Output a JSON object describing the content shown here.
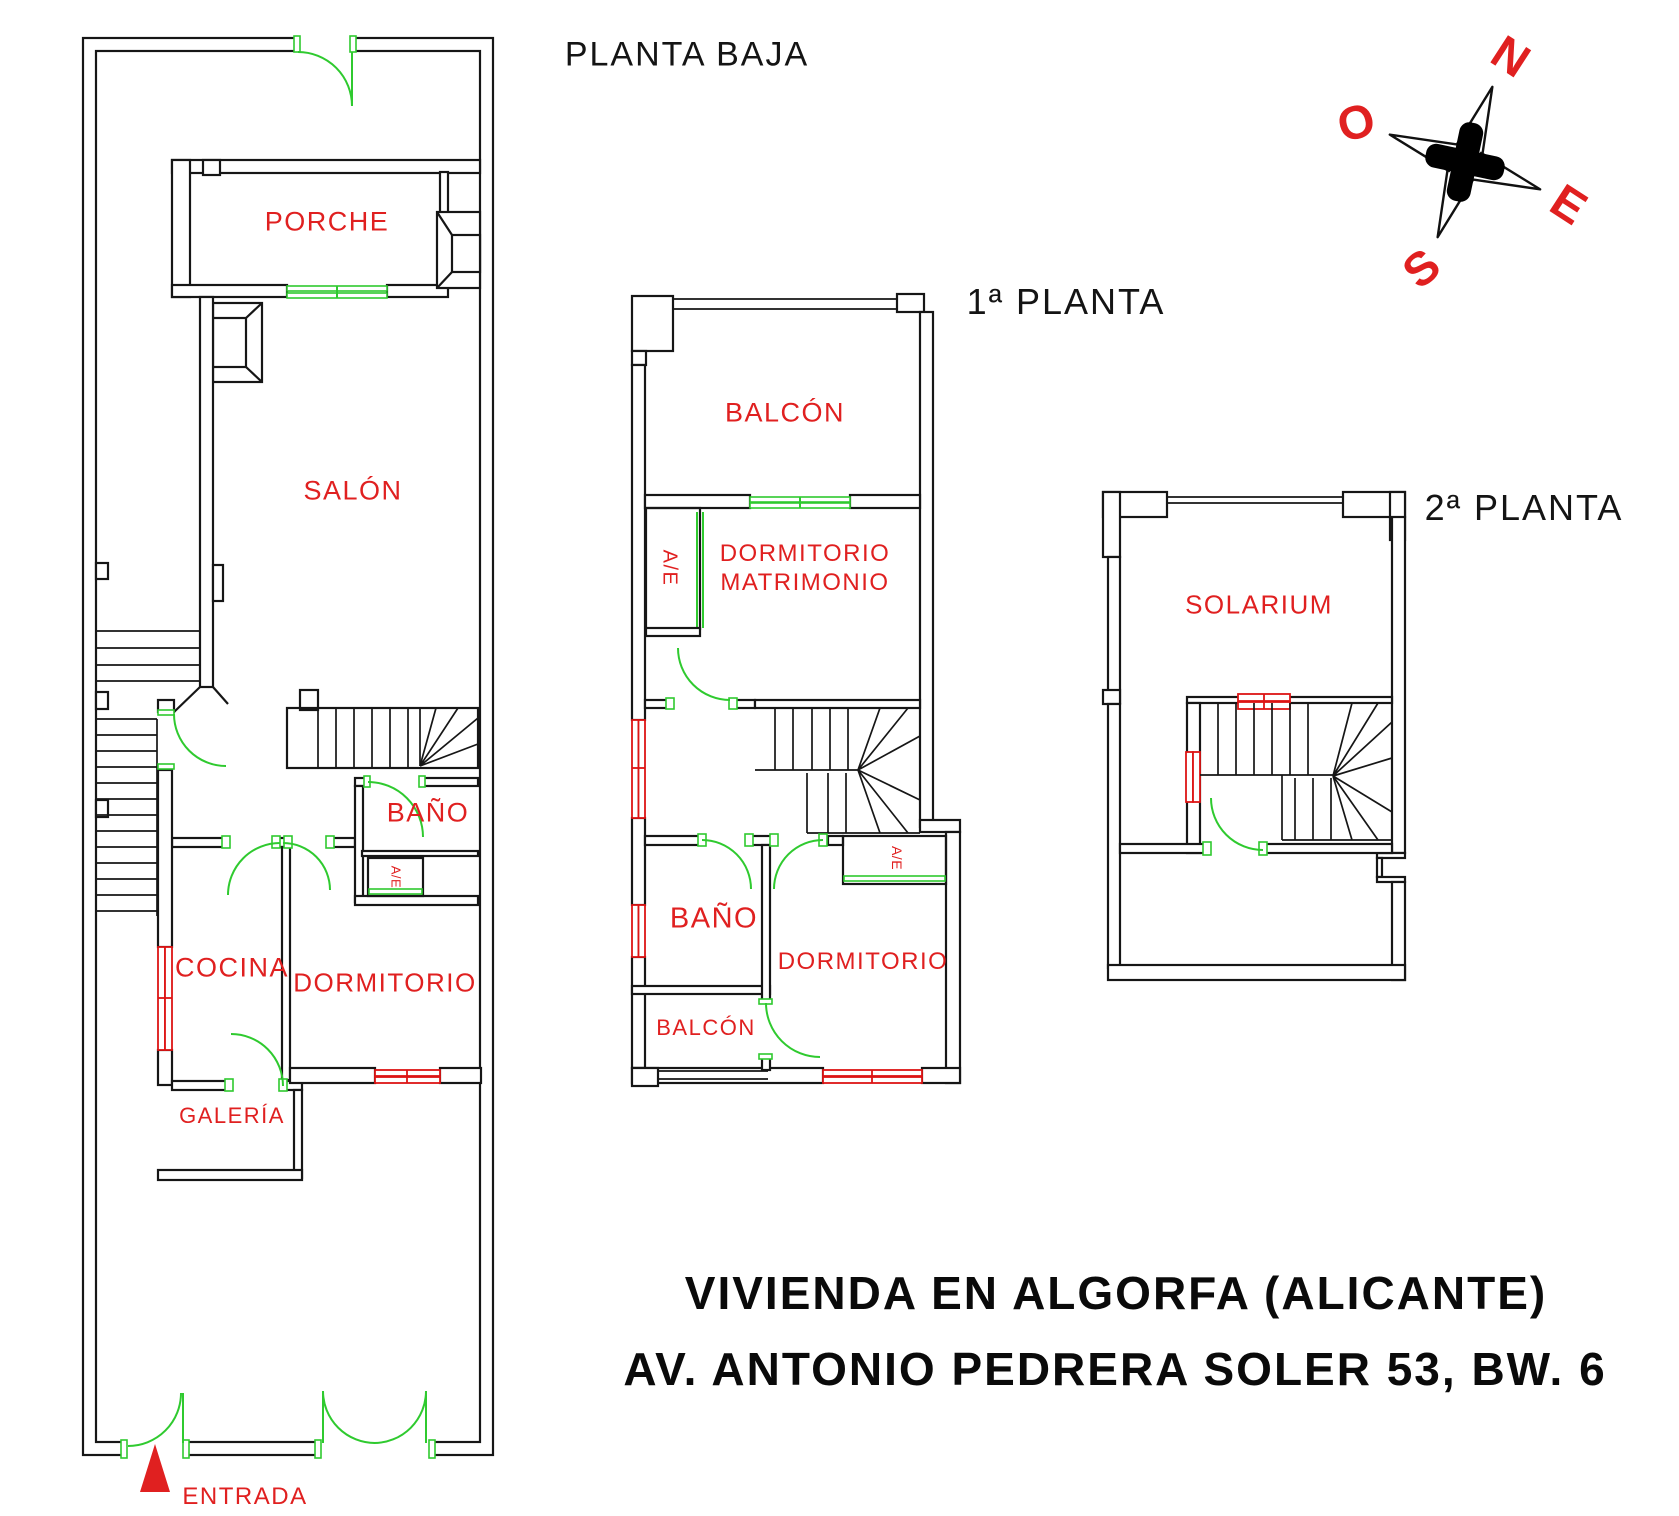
{
  "floors": {
    "planta_baja": {
      "title": "PLANTA BAJA",
      "rooms": {
        "porche": "PORCHE",
        "salon": "SALÓN",
        "bano": "BAÑO",
        "ae": "A/E",
        "cocina": "COCINA",
        "dormitorio": "DORMITORIO",
        "galeria": "GALERÍA",
        "entrada": "ENTRADA"
      }
    },
    "primera_planta": {
      "title": "1ª PLANTA",
      "rooms": {
        "balcon": "BALCÓN",
        "ae_closet": "A/E",
        "dormitorio_matrimonio_l1": "DORMITORIO",
        "dormitorio_matrimonio_l2": "MATRIMONIO",
        "bano": "BAÑO",
        "ae": "A/E",
        "dormitorio": "DORMITORIO",
        "balcon_inferior": "BALCÓN"
      }
    },
    "segunda_planta": {
      "title": "2ª PLANTA",
      "rooms": {
        "solarium": "SOLARIUM"
      }
    }
  },
  "compass": {
    "north": "N",
    "south": "S",
    "east": "E",
    "west": "O"
  },
  "footer": {
    "line1": "VIVIENDA EN ALGORFA (ALICANTE)",
    "line2": "AV. ANTONIO PEDRERA SOLER 53, BW. 6"
  },
  "colors": {
    "walls": "#161616",
    "doors_green": "#2fca2f",
    "windows_red": "#dd1414",
    "room_labels_red": "#e02020",
    "titles_black": "#141414"
  }
}
